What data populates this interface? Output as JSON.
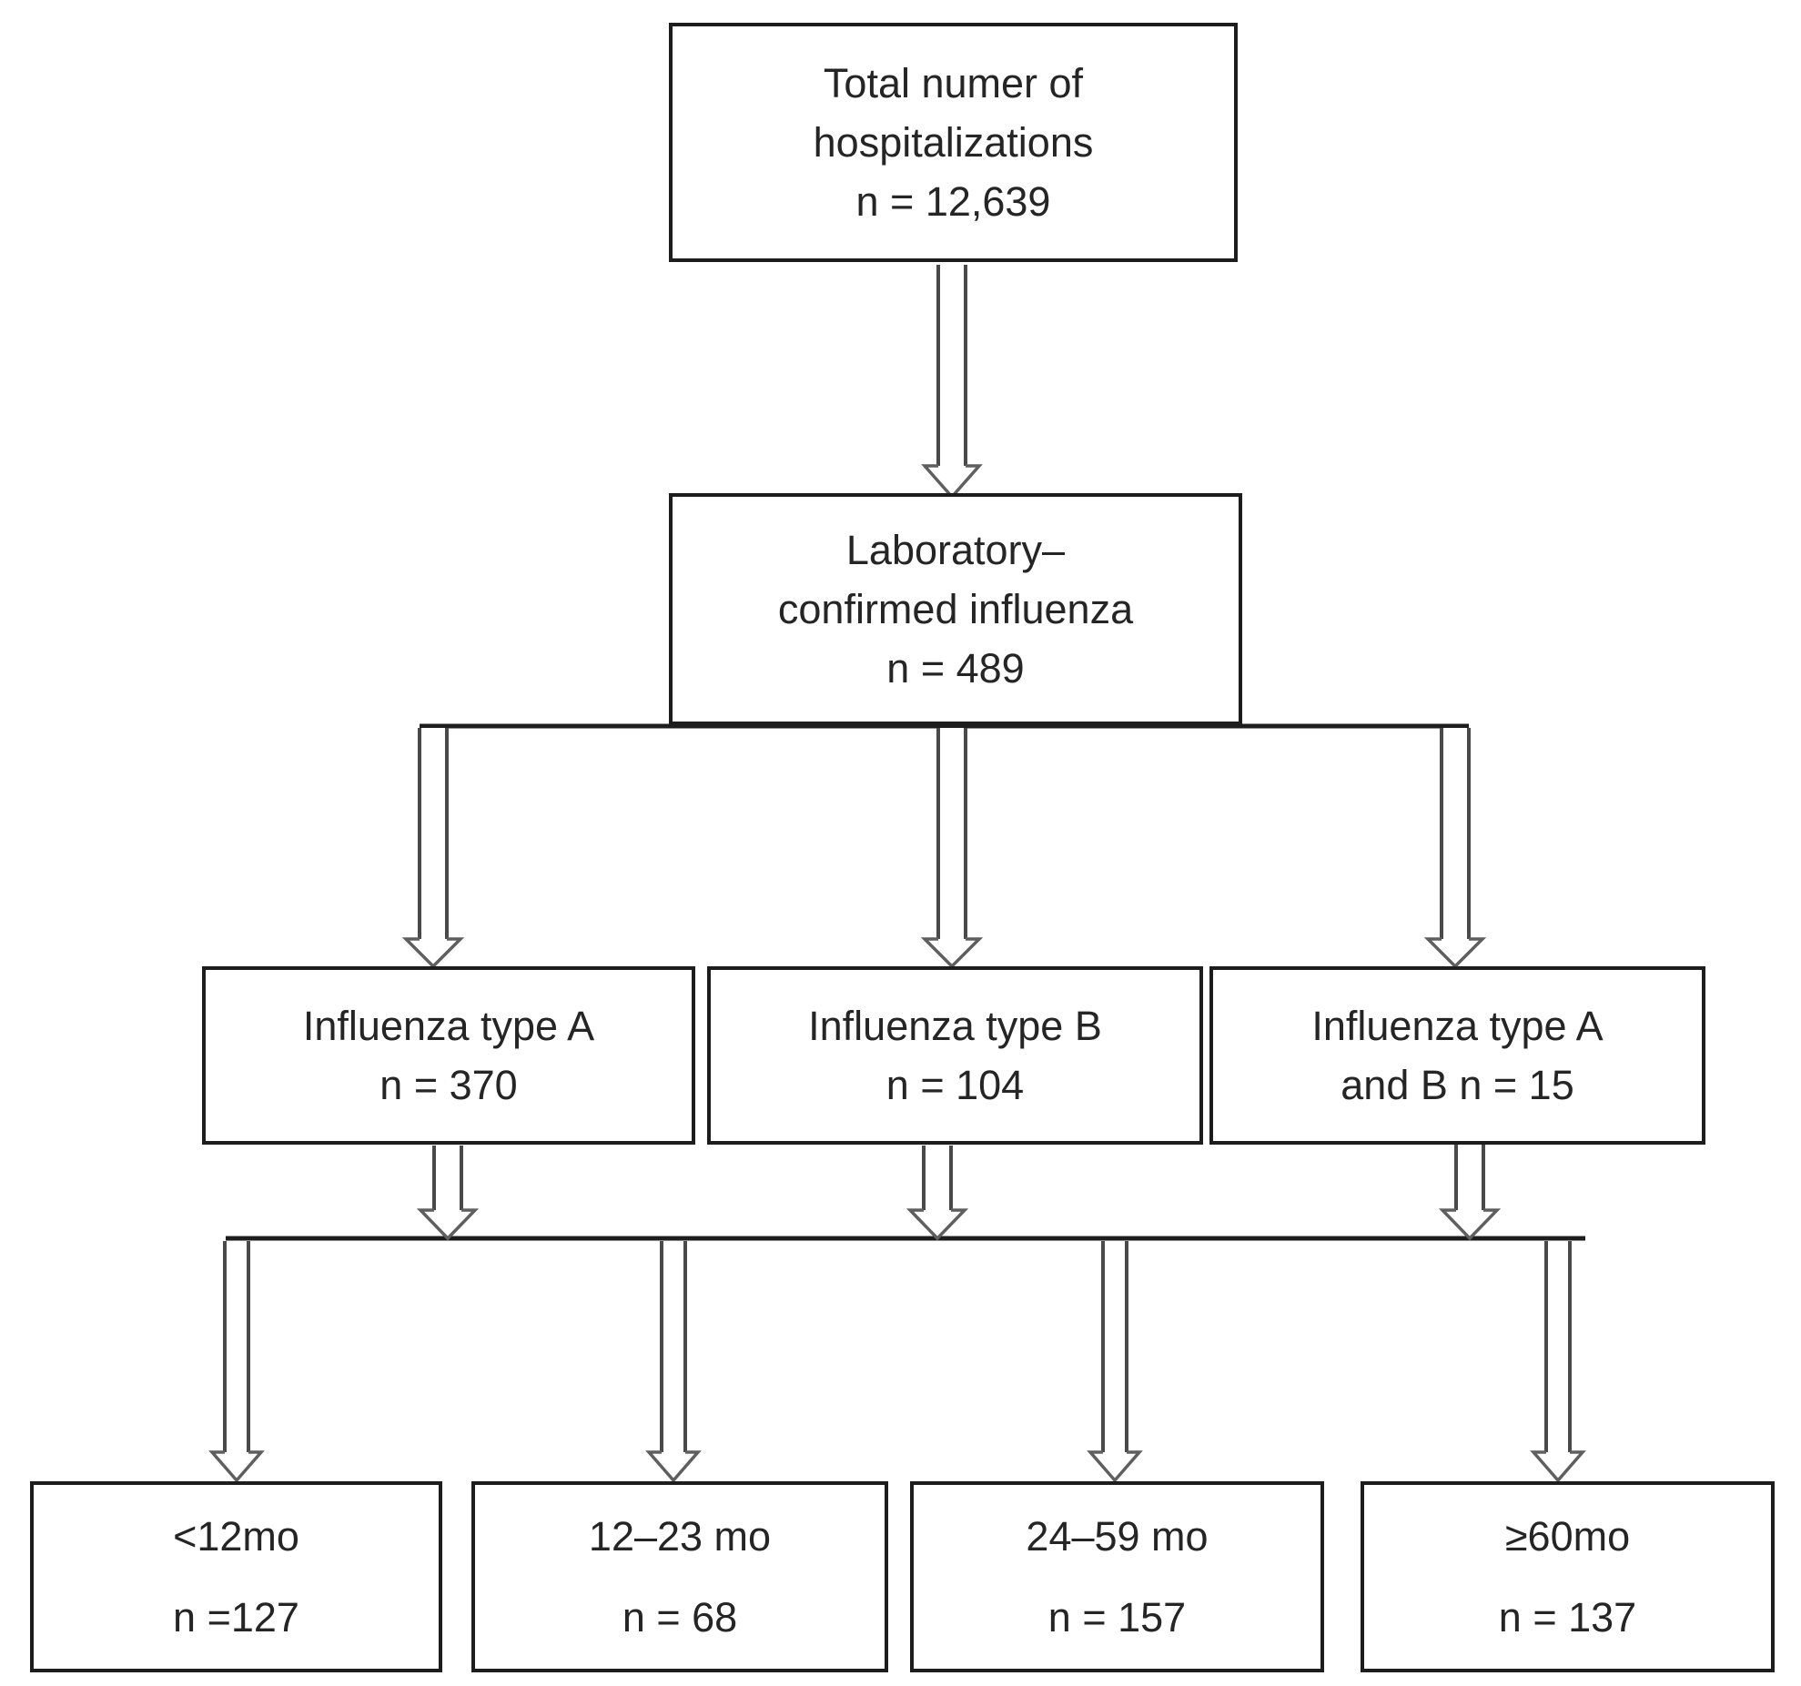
{
  "nodes": {
    "total": {
      "line1": "Total numer of",
      "line2": "hospitalizations",
      "line3": "n = 12,639"
    },
    "lab": {
      "line1": "Laboratory–",
      "line2": "confirmed influenza",
      "line3": "n = 489"
    },
    "type_a": {
      "line1": "Influenza type A",
      "line2": "n = 370"
    },
    "type_b": {
      "line1": "Influenza type B",
      "line2": "n = 104"
    },
    "type_ab": {
      "line1": "Influenza type A",
      "line2": "and B n = 15"
    },
    "age_lt12": {
      "line1": "<12mo",
      "line2": "n =127"
    },
    "age_12_23": {
      "line1": "12–23 mo",
      "line2": "n = 68"
    },
    "age_24_59": {
      "line1": "24–59 mo",
      "line2": "n = 157"
    },
    "age_ge60": {
      "line1": "≥60mo",
      "line2": "n = 137"
    }
  },
  "colors": {
    "background": "#ffffff",
    "box_border": "#1d1d1d",
    "text": "#252525",
    "connector_line": "#1d1d1d",
    "arrow_shaft": "#4a4a4a",
    "arrow_head": "#5f5f5f"
  }
}
